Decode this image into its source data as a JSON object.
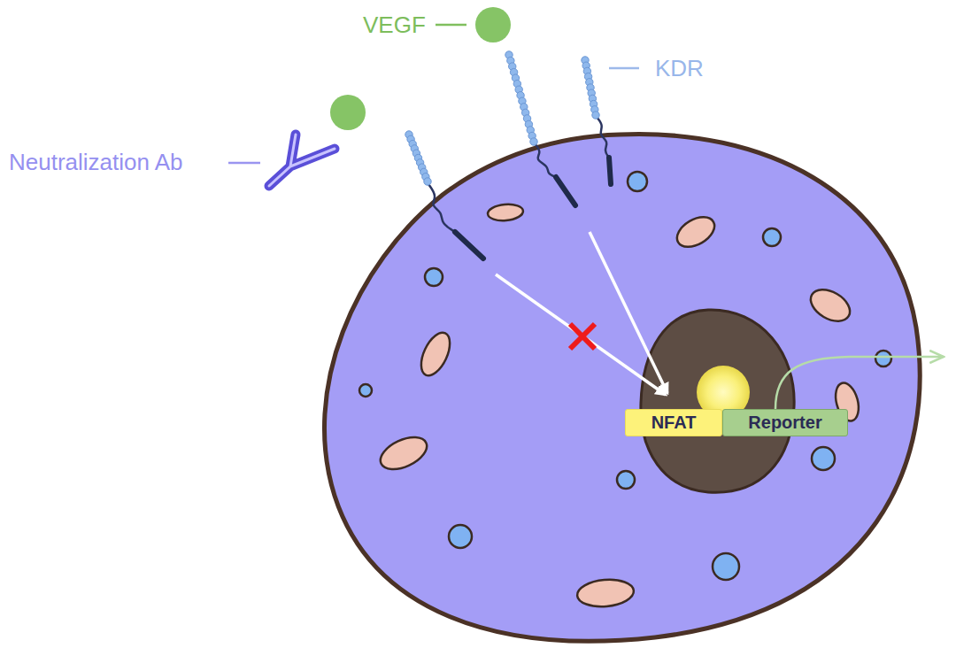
{
  "diagram": {
    "nodes": [
      {
        "text": [
          "NFAT"
        ]
      },
      {
        "text": [
          "Reporter"
        ]
      }
    ],
    "labels": [
      "VEGF",
      "KDR",
      "Neutralization Ab"
    ]
  }
}
